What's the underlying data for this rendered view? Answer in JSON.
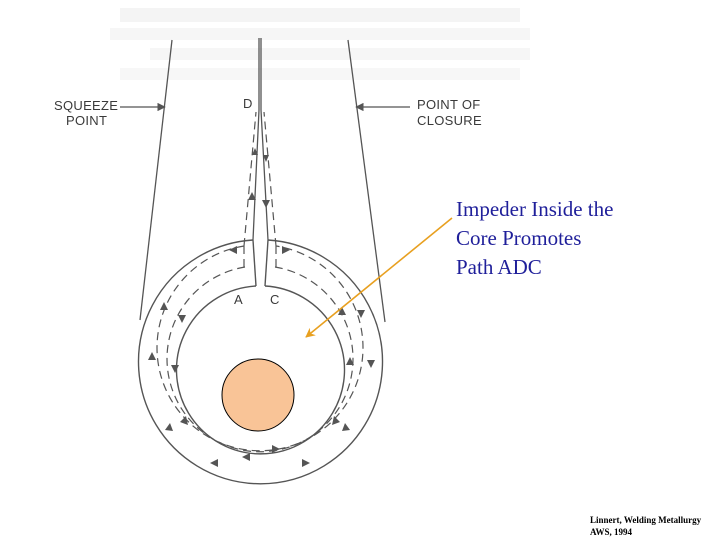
{
  "labels": {
    "squeeze_1": "SQUEEZE",
    "squeeze_2": "POINT",
    "closure_1": "POINT OF",
    "closure_2": "CLOSURE",
    "point_d": "D",
    "point_a": "A",
    "point_c": "C"
  },
  "annotation": {
    "line_1": "Impeder Inside the",
    "line_2": "Core Promotes",
    "line_3": "Path ADC"
  },
  "citation": {
    "line_1": "Linnert, Welding Metallurgy",
    "line_2": "AWS, 1994"
  },
  "colors": {
    "annotation_text": "#1f1f9a",
    "annotation_arrow": "#e8a020",
    "impeder_fill": "#f9c497",
    "drawing_ink": "#555555"
  }
}
